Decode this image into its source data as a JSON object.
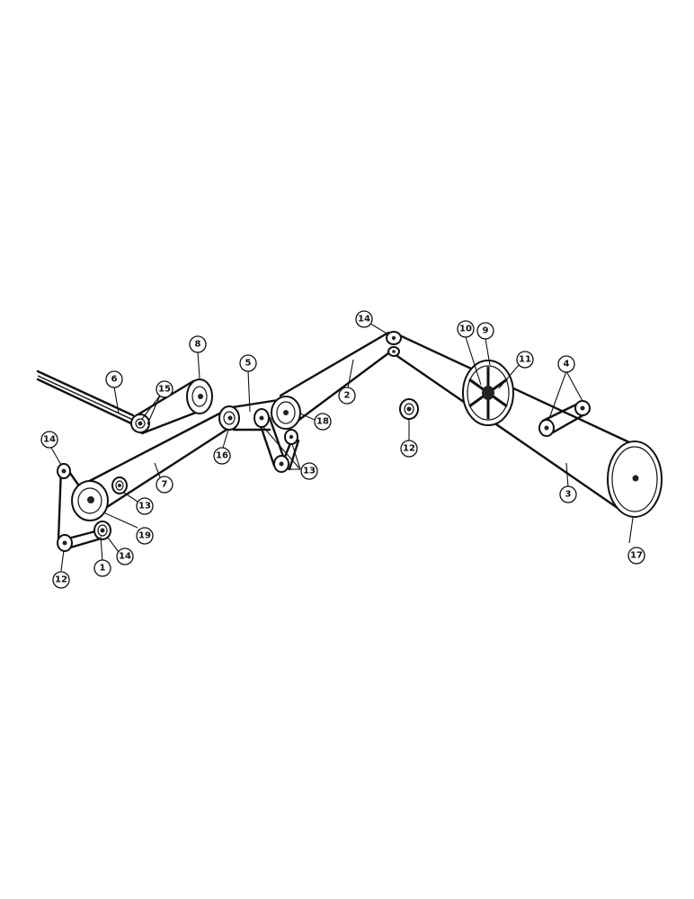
{
  "diagram": {
    "callouts": [
      {
        "label": "1"
      },
      {
        "label": "2"
      },
      {
        "label": "3"
      },
      {
        "label": "4"
      },
      {
        "label": "5"
      },
      {
        "label": "6"
      },
      {
        "label": "7"
      },
      {
        "label": "8"
      },
      {
        "label": "9"
      },
      {
        "label": "10"
      },
      {
        "label": "11"
      },
      {
        "label": "12"
      },
      {
        "label": "12"
      },
      {
        "label": "13"
      },
      {
        "label": "13"
      },
      {
        "label": "14"
      },
      {
        "label": "14"
      },
      {
        "label": "14"
      },
      {
        "label": "15"
      },
      {
        "label": "16"
      },
      {
        "label": "17"
      },
      {
        "label": "18"
      },
      {
        "label": "19"
      }
    ]
  }
}
